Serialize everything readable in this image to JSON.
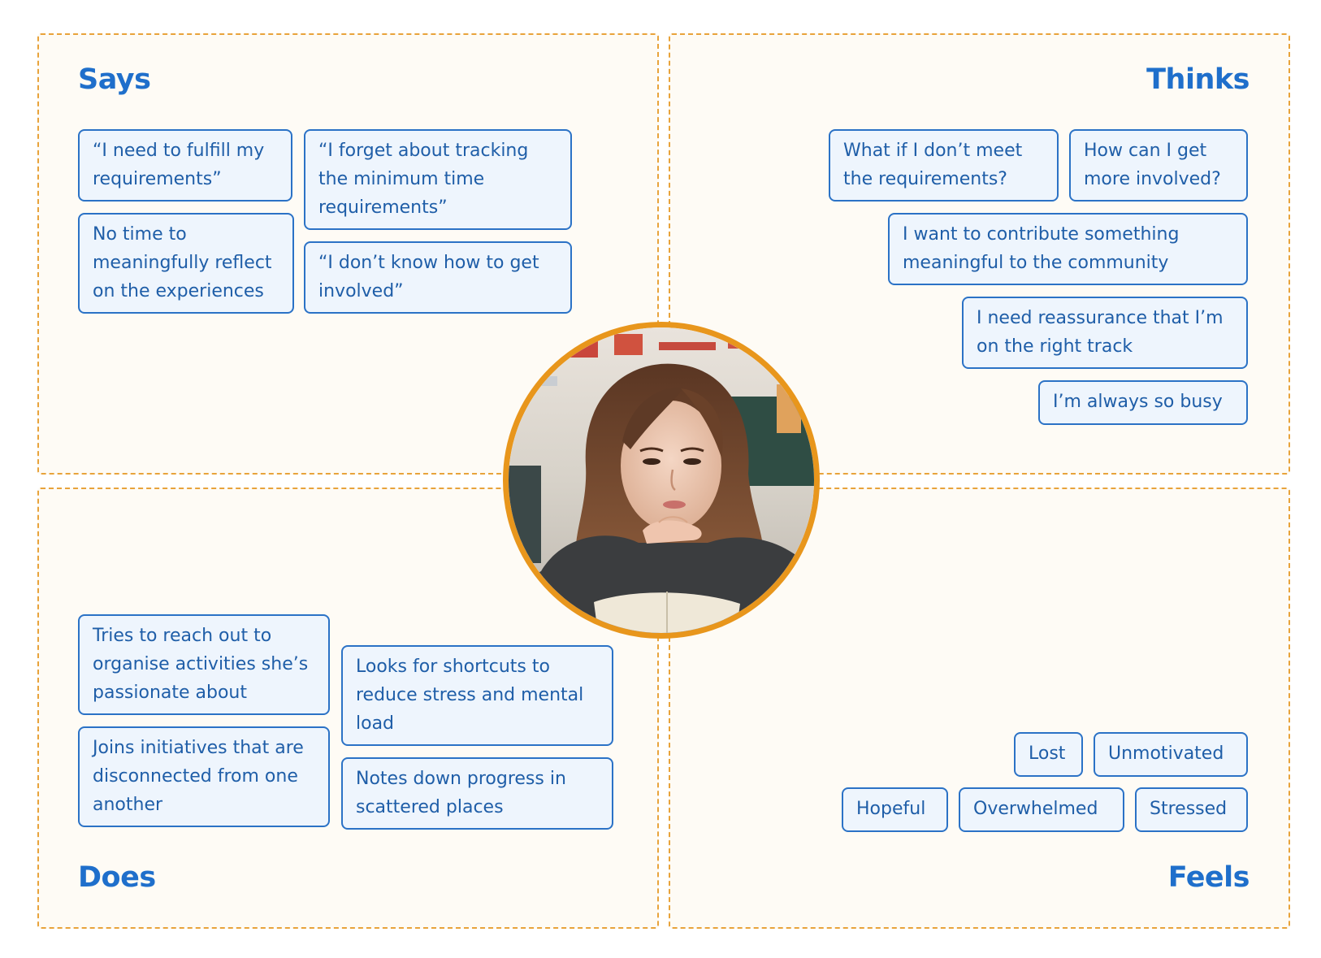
{
  "colors": {
    "accent": "#e8a33b",
    "title": "#1f6fcb",
    "note_border": "#2b72c6",
    "note_fill": "#eef5fd",
    "note_text": "#1f5ea8",
    "quadrant_fill": "#fefbf5"
  },
  "says": {
    "title": "Says",
    "notes": [
      "“I need to fulfill my requirements”",
      "“I forget about tracking the minimum time requirements”",
      "No time to meaningfully reflect on the experiences",
      "“I don’t know how to get involved”"
    ]
  },
  "thinks": {
    "title": "Thinks",
    "notes": [
      "What if I don’t meet the requirements?",
      "How can I get more involved?",
      "I want to contribute something meaningful to the community",
      "I need reassurance that I’m on the right track",
      "I’m always so busy"
    ]
  },
  "does": {
    "title": "Does",
    "notes": [
      "Tries to reach out to organise activities she’s passionate about",
      "Looks for shortcuts to reduce stress and mental load",
      "Joins initiatives that are disconnected from one another",
      "Notes down progress in scattered places"
    ]
  },
  "feels": {
    "title": "Feels",
    "notes": [
      "Lost",
      "Unmotivated",
      "Hopeful",
      "Overwhelmed",
      "Stressed"
    ]
  },
  "persona": {
    "icon": "persona-photo"
  }
}
